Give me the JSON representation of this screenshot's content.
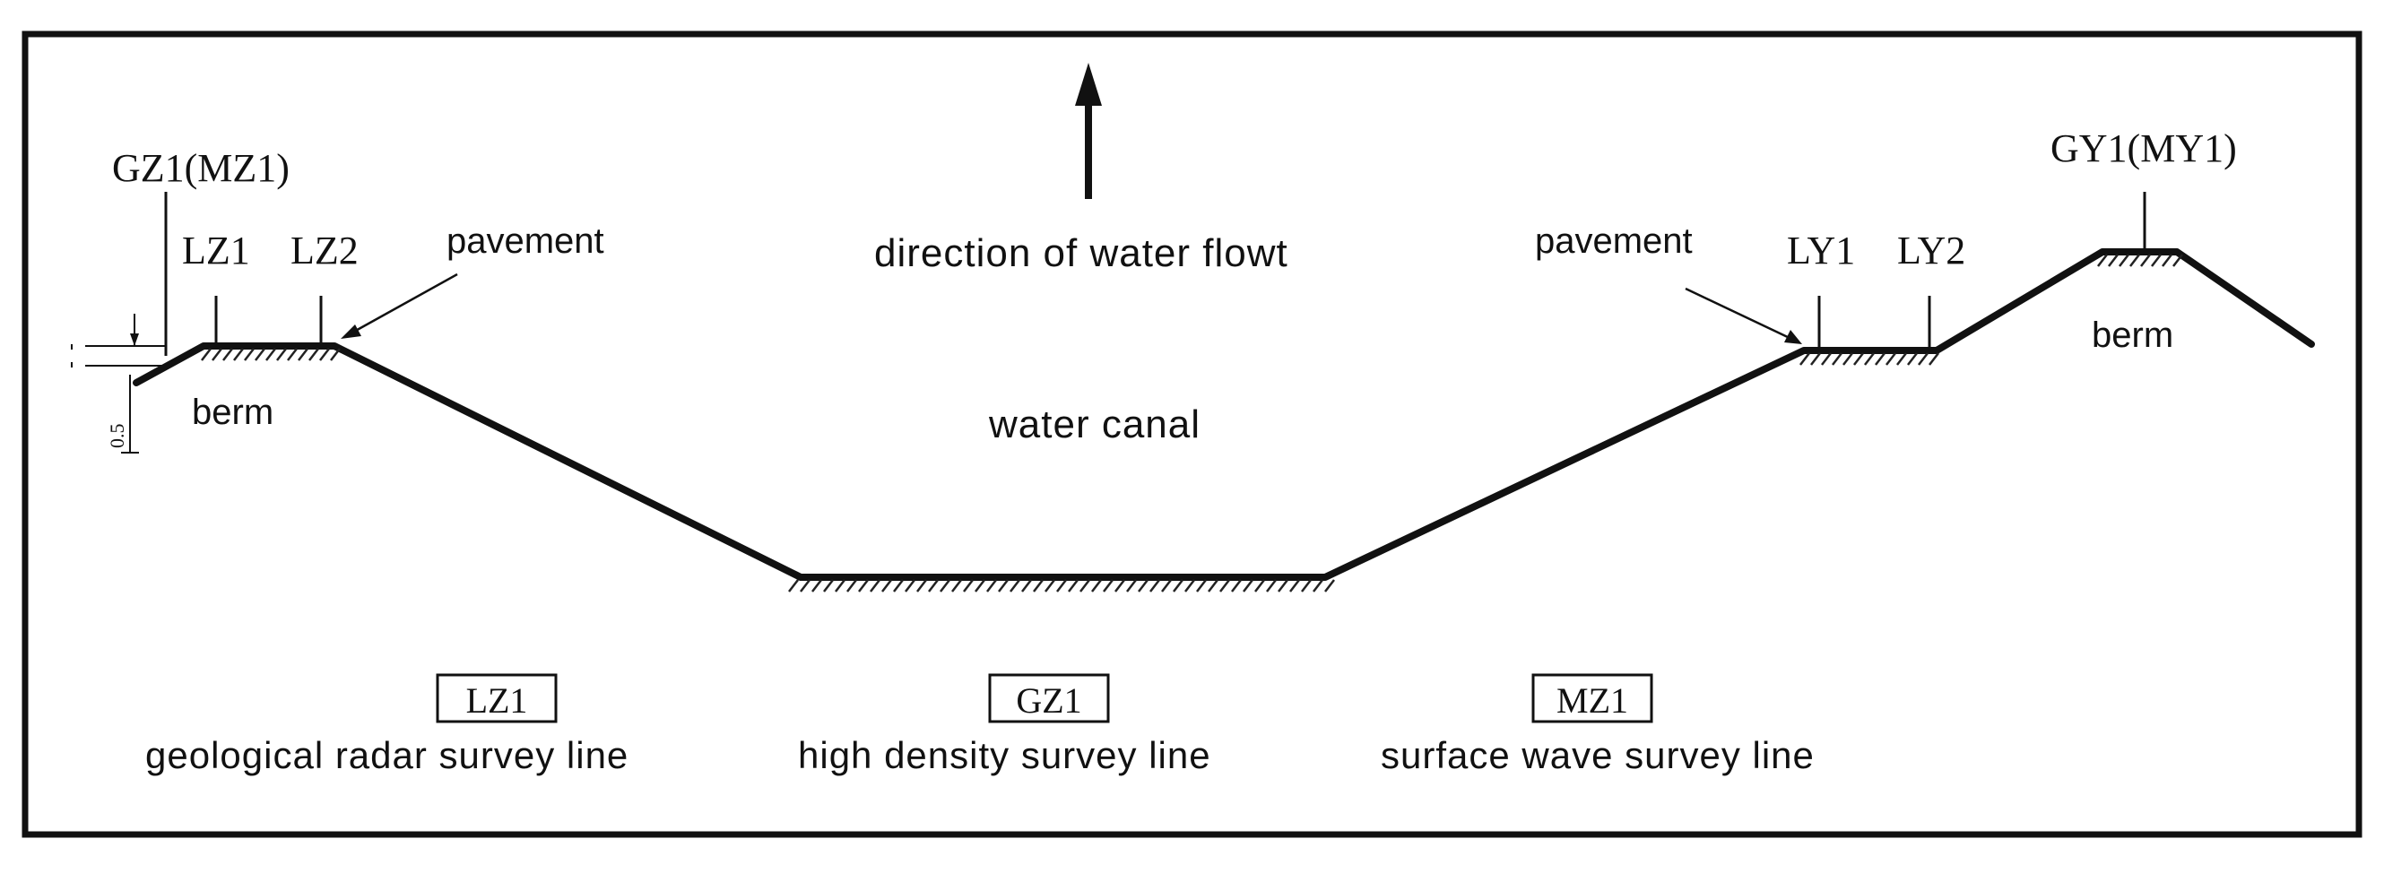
{
  "flow_label": "direction of water flowt",
  "canal_label": "water canal",
  "left_bank": {
    "point_label": "GZ1(MZ1)",
    "radar_line_1": "LZ1",
    "radar_line_2": "LZ2",
    "pavement_label": "pavement",
    "berm_label": "berm",
    "dimension_label": "0.5"
  },
  "right_bank": {
    "point_label": "GY1(MY1)",
    "radar_line_1": "LY1",
    "radar_line_2": "LY2",
    "pavement_label": "pavement",
    "berm_label": "berm"
  },
  "legend": [
    {
      "code": "LZ1",
      "description": "geological radar survey line"
    },
    {
      "code": "GZ1",
      "description": "high density survey line"
    },
    {
      "code": "MZ1",
      "description": "surface wave survey line"
    }
  ]
}
